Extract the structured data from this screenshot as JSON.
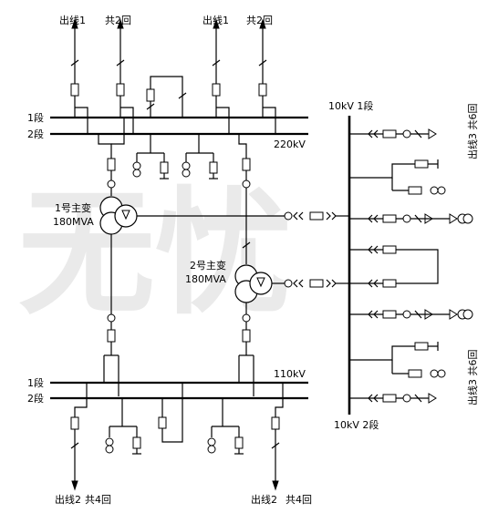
{
  "watermark": "无忧",
  "labels": {
    "top_outgoing_left": "出线1",
    "top_outgoing_left_count": "共2回",
    "top_outgoing_right": "出线1",
    "top_outgoing_right_count": "共2回",
    "bus220_section1": "1段",
    "bus220_section2": "2段",
    "bus220_voltage": "220kV",
    "transformer1_name": "1号主变",
    "transformer1_rating": "180MVA",
    "transformer2_name": "2号主变",
    "transformer2_rating": "180MVA",
    "bus110_section1": "1段",
    "bus110_section2": "2段",
    "bus110_voltage": "110kV",
    "bottom_outgoing_left": "出线2",
    "bottom_outgoing_left_count": "共4回",
    "bottom_outgoing_right": "出线2",
    "bottom_outgoing_right_count": "共4回",
    "bus10_section1": "10kV 1段",
    "bus10_section2": "10kV 2段",
    "feeder10_top": "出线3 共6回",
    "feeder10_bottom": "出线3 共6回"
  }
}
